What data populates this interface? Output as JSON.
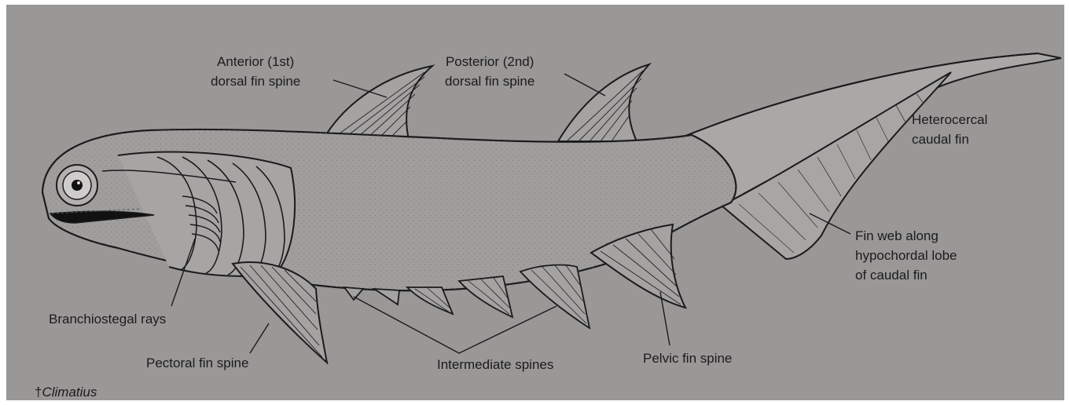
{
  "labels": {
    "anterior_dorsal": [
      "Anterior (1st)",
      "dorsal fin spine"
    ],
    "posterior_dorsal": [
      "Posterior (2nd)",
      "dorsal fin spine"
    ],
    "heterocercal": [
      "Heterocercal",
      "caudal fin"
    ],
    "fin_web": [
      "Fin web along",
      "hypochordal lobe",
      "of caudal fin"
    ],
    "branchiostegal": "Branchiostegal rays",
    "pectoral": "Pectoral fin spine",
    "intermediate": "Intermediate spines",
    "pelvic": "Pelvic fin spine"
  },
  "caption": {
    "dagger": "†",
    "genus": "Climatius"
  }
}
